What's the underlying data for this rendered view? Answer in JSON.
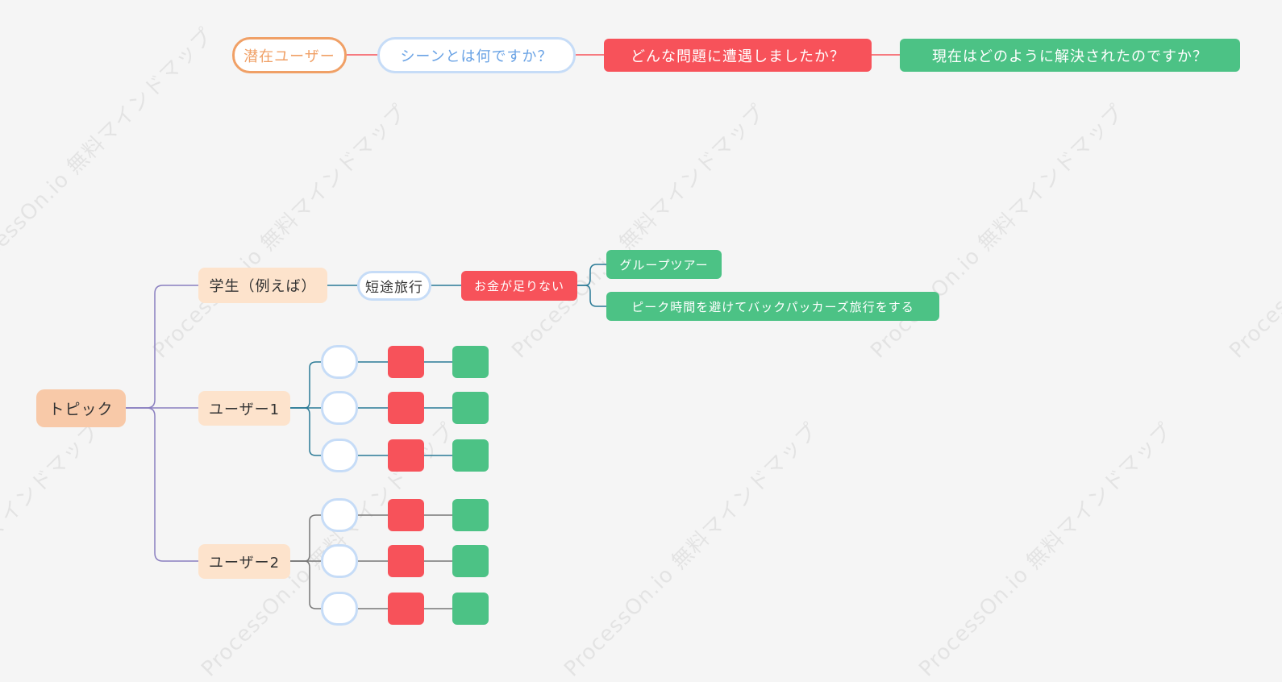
{
  "watermark": "ProcessOn.io 無料マインドマップ",
  "legend": {
    "potential_user": "潜在ユーザー",
    "scene": "シーンとは何ですか？",
    "problem": "どんな問題に遭遇しましたか？",
    "solution": "現在はどのように解決されたのですか？"
  },
  "root": "トピック",
  "student": {
    "label": "学生（例えば）",
    "scene": "短途旅行",
    "problem": "お金が足りない",
    "solutions": [
      "グループツアー",
      "ピーク時間を避けてバックパッカーズ旅行をする"
    ]
  },
  "user1": {
    "label": "ユーザー1"
  },
  "user2": {
    "label": "ユーザー2"
  },
  "colors": {
    "orange": "#f0a066",
    "blue": "#c6dcf7",
    "red": "#f7525a",
    "green": "#4cc285",
    "root": "#f8c9a8",
    "branch": "#fde3cc",
    "purple_line": "#8a7fc0",
    "teal_line": "#2a7a96",
    "gray_line": "#777777"
  }
}
